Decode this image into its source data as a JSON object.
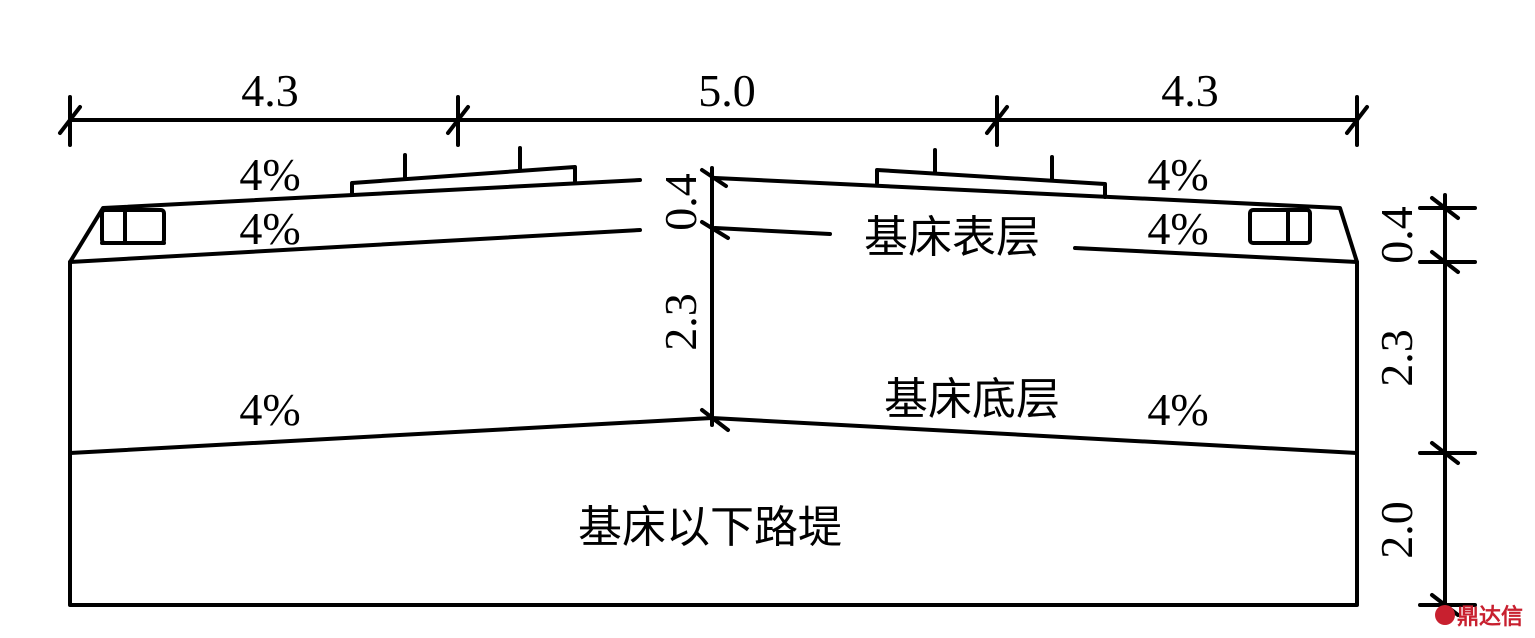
{
  "dimensions_top": [
    "4.3",
    "5.0",
    "4.3"
  ],
  "dimensions_center": [
    "0.4",
    "2.3"
  ],
  "dimensions_right": [
    "0.4",
    "2.3",
    "2.0"
  ],
  "slopes": {
    "left_top": "4%",
    "left_second": "4%",
    "left_bottom": "4%",
    "right_top": "4%",
    "right_second": "4%",
    "right_bottom": "4%"
  },
  "layers": {
    "surface": "基床表层",
    "bottom": "基床底层",
    "embankment": "基床以下路堤"
  },
  "watermark": "鼎达信"
}
